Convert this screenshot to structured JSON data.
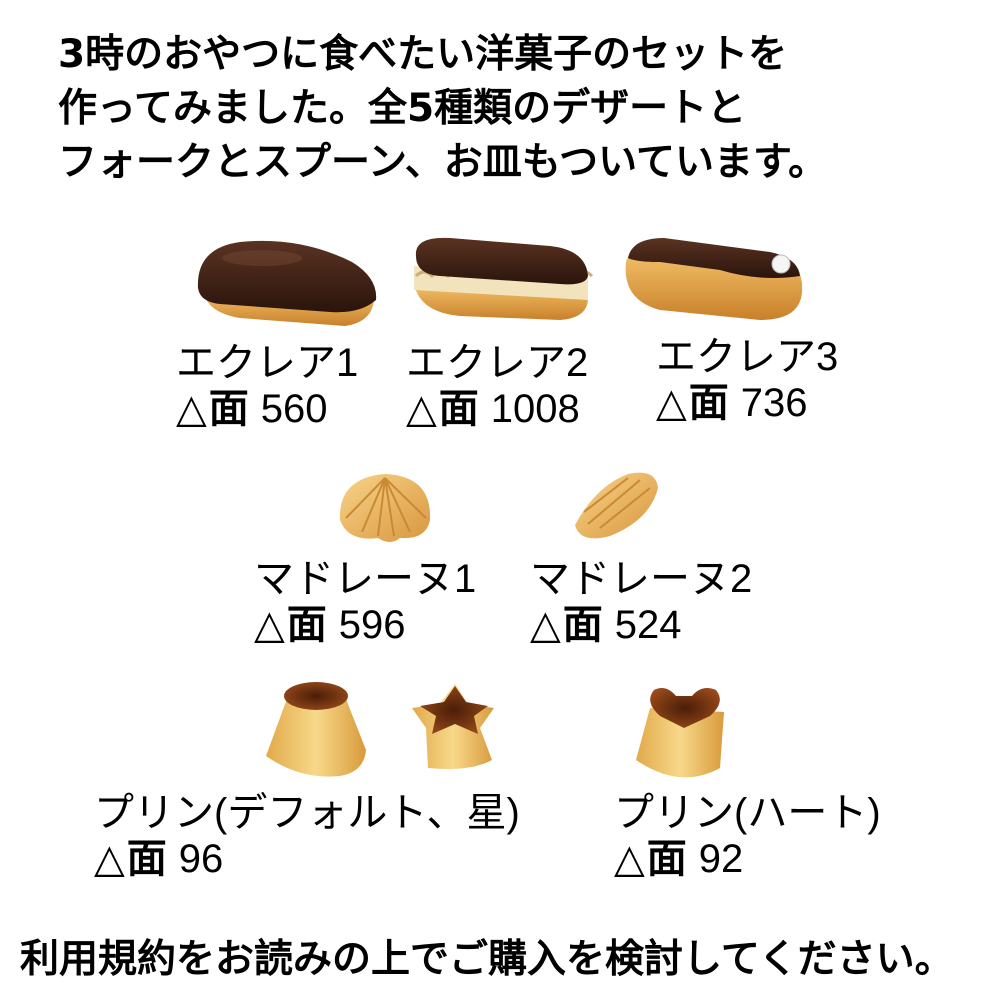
{
  "intro": {
    "line1": "3時のおやつに食べたい洋菓子のセットを",
    "line2": "作ってみました。全5種類のデザートと",
    "line3": "フォークとスプーン、お皿もついています。"
  },
  "items": [
    {
      "name": "エクレア1",
      "triangle": "△",
      "label": "面",
      "count": "560",
      "icon": "eclair-plain-icon"
    },
    {
      "name": "エクレア2",
      "triangle": "△",
      "label": "面",
      "count": "1008",
      "icon": "eclair-cream-icon"
    },
    {
      "name": "エクレア3",
      "triangle": "△",
      "label": "面",
      "count": "736",
      "icon": "eclair-topped-icon"
    },
    {
      "name": "マドレーヌ1",
      "triangle": "△",
      "label": "面",
      "count": "596",
      "icon": "madeleine-shell-icon"
    },
    {
      "name": "マドレーヌ2",
      "triangle": "△",
      "label": "面",
      "count": "524",
      "icon": "madeleine-oval-icon"
    },
    {
      "name": "プリン(デフォルト、星)",
      "triangle": "△",
      "label": "面",
      "count": "96",
      "icon": "pudding-default-icon"
    },
    {
      "name": "プリン(ハート)",
      "triangle": "△",
      "label": "面",
      "count": "92",
      "icon": "pudding-heart-icon"
    }
  ],
  "extra_icons": [
    "pudding-star-icon"
  ],
  "colors": {
    "chocolate": "#3b1f14",
    "pastry": "#e7a74a",
    "cream": "#f2d9a0",
    "caramel": "#6a2e10",
    "pudding": "#f0c968"
  },
  "footer": "利用規約をお読みの上でご購入を検討してください。"
}
